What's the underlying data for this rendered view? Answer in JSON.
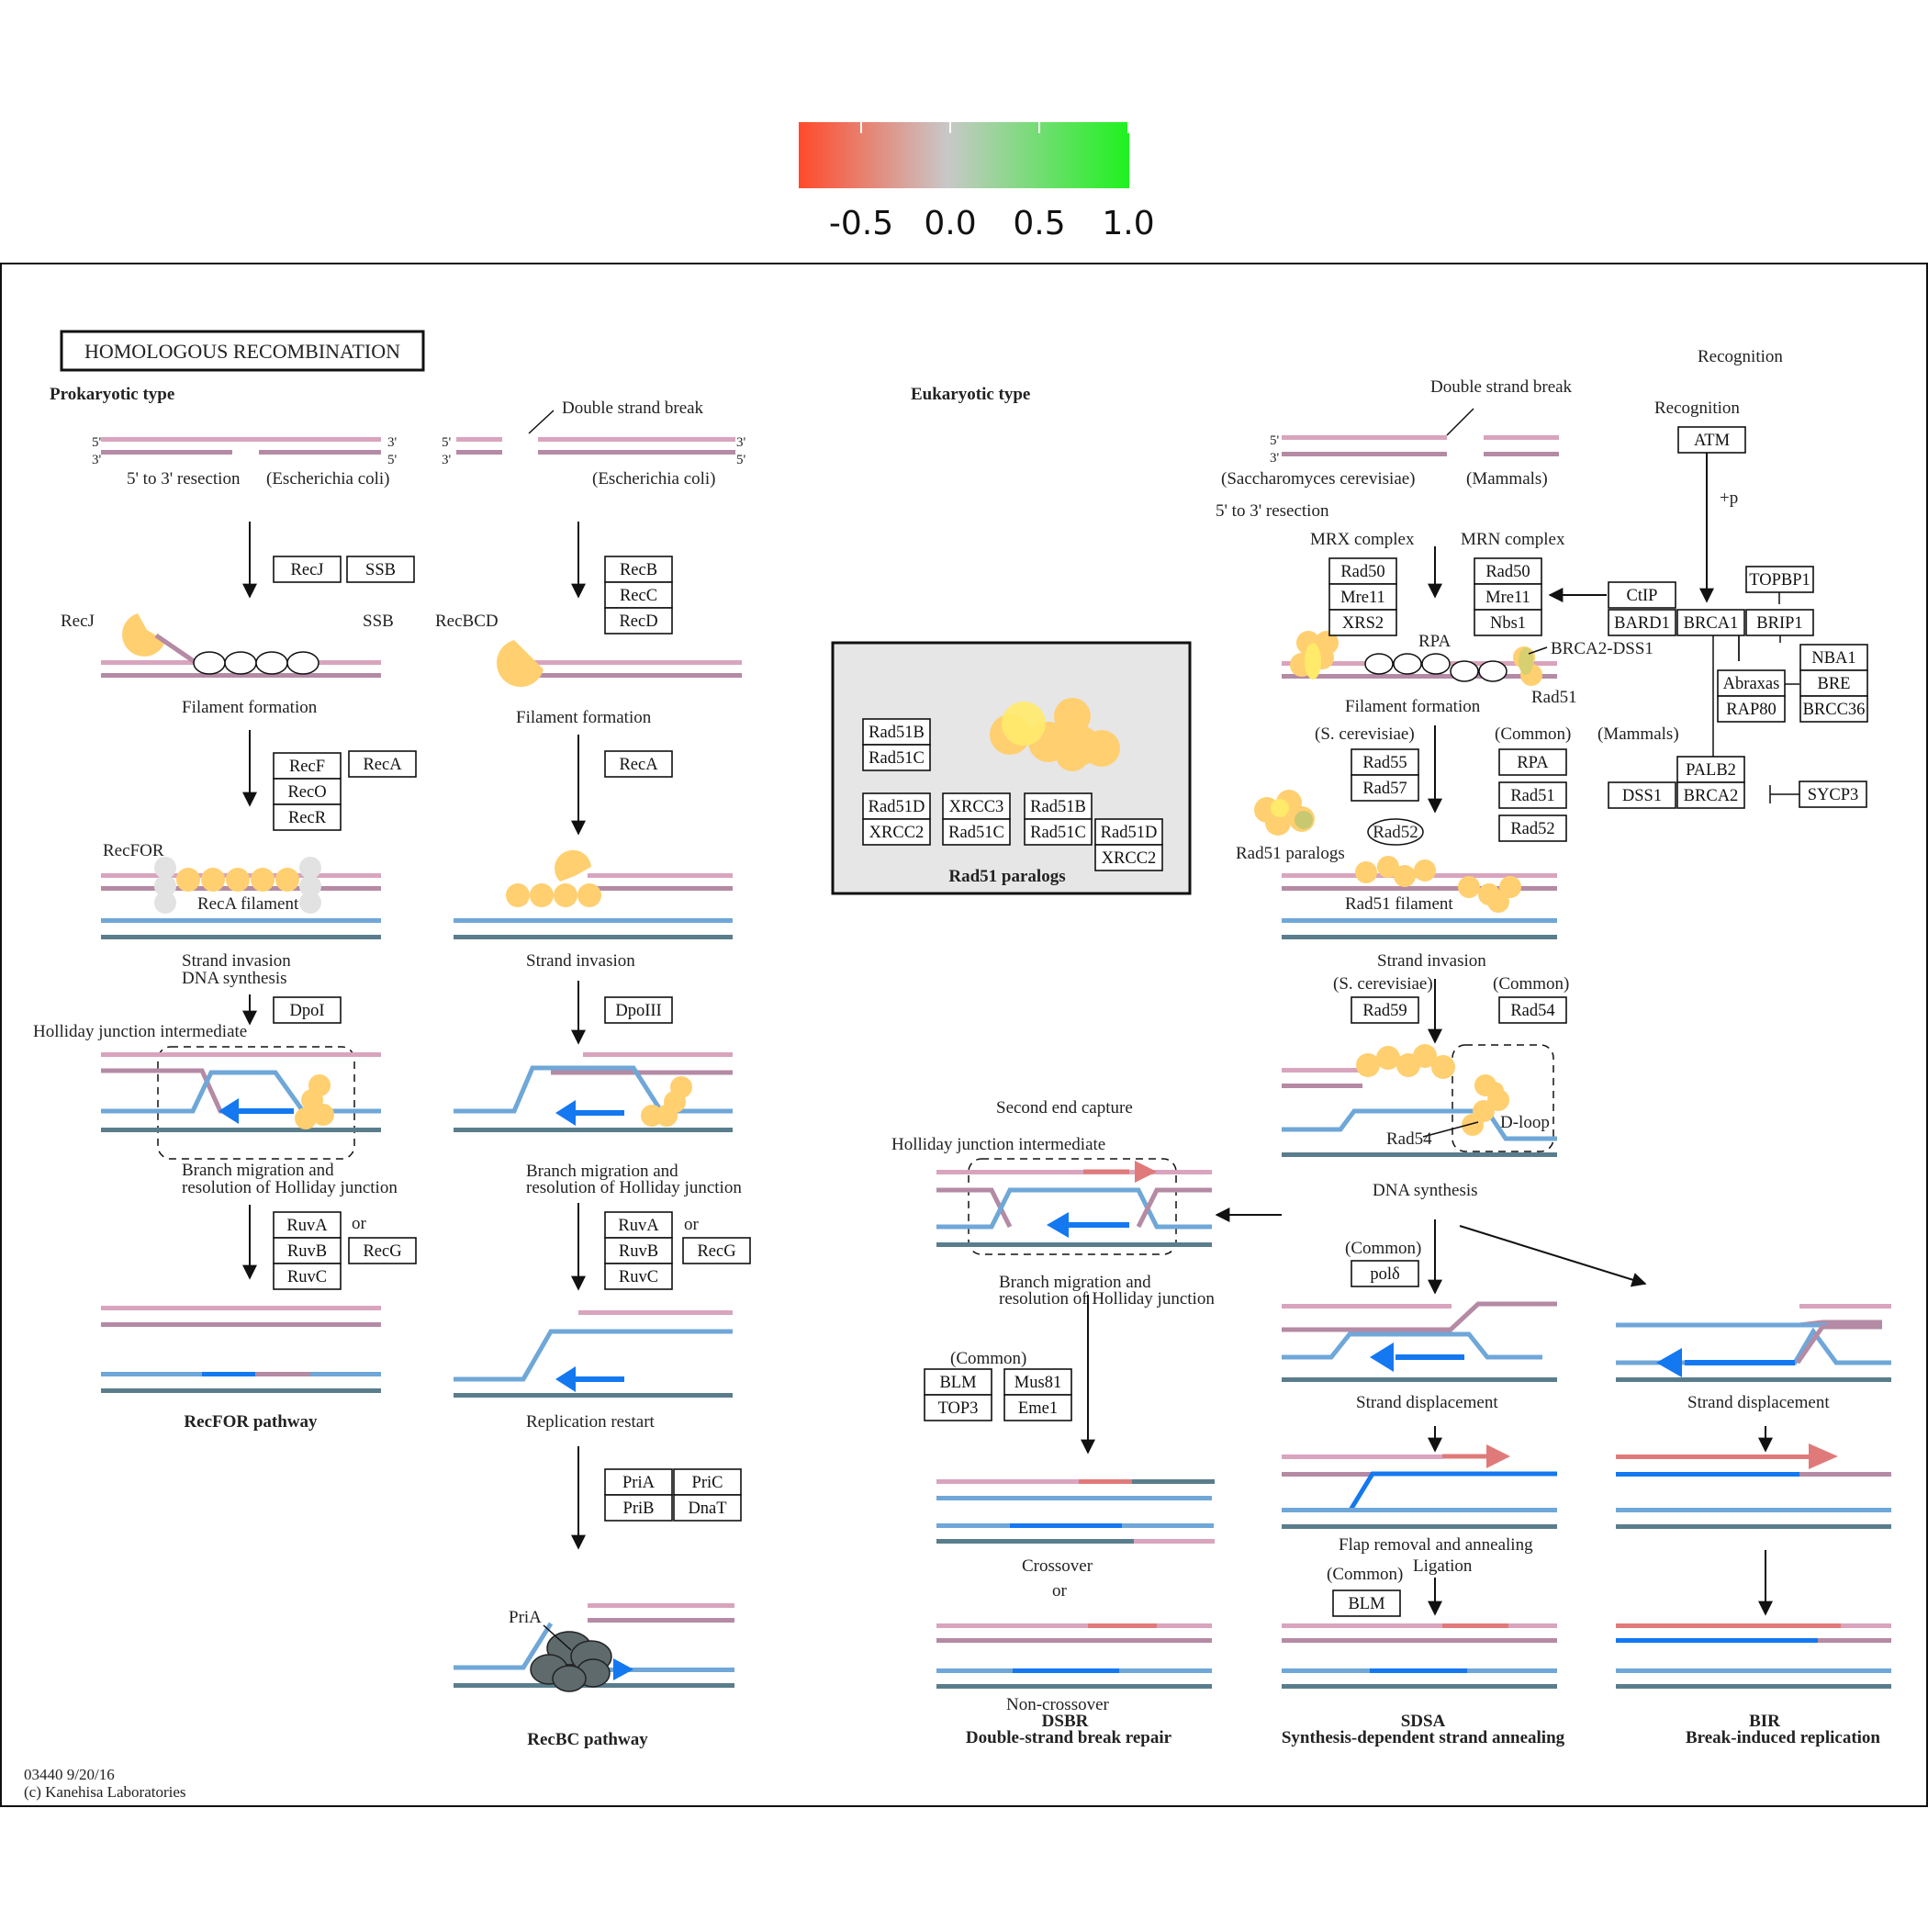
{
  "legend": {
    "ticks": [
      "-0.5",
      "0.0",
      "0.5",
      "1.0"
    ],
    "colors": {
      "low": "#ff4a2b",
      "mid": "#c8c8c8",
      "high": "#1ef21e"
    }
  },
  "colors": {
    "red": "#e8604a",
    "green": "#1ee81e",
    "lightgreen": "#9fcf8f",
    "pink": "#d9a4bd",
    "mauve": "#b48aa4",
    "blue": "#6fa7d8",
    "darkblue": "#5a7d8c",
    "brightblue": "#1478f0",
    "salmon": "#e07a7a",
    "orange": "#ffcf70",
    "grey": "#e6e6e6"
  },
  "title": "HOMOLOGOUS RECOMBINATION",
  "sections": {
    "prokaryotic": "Prokaryotic type",
    "eukaryotic": "Eukaryotic type"
  },
  "labels": {
    "five_prime": "5'",
    "three_prime": "3'",
    "resection": "5' to 3' resection",
    "ecoli": "(Escherichia coli)",
    "dsb": "Double strand break",
    "recj": "RecJ",
    "ssb": "SSB",
    "recbcd": "RecBCD",
    "filament_formation": "Filament formation",
    "recfor": "RecFOR",
    "reca_filament": "RecA filament",
    "strand_invasion": "Strand invasion",
    "dna_synthesis": "DNA synthesis",
    "holliday": "Holliday junction intermediate",
    "branch1": "Branch migration and",
    "branch2": "resolution of Holliday junction",
    "or": "or",
    "recfor_pathway": "RecFOR pathway",
    "replication_restart": "Replication restart",
    "pria": "PriA",
    "recbc_pathway": "RecBC pathway",
    "footer1": "03440 9/20/16",
    "footer2": "(c) Kanehisa Laboratories",
    "paralogs": "Rad51 paralogs",
    "scer": "(Saccharomyces cerevisiae)",
    "mammals": "(Mammals)",
    "mrx": "MRX complex",
    "mrn": "MRN complex",
    "recognition": "Recognition",
    "plus_p": "+p",
    "rpa": "RPA",
    "brca2dss1": "BRCA2-DSS1",
    "rad51": "Rad51",
    "scer_short": "(S. cerevisiae)",
    "common": "(Common)",
    "rad51_filament": "Rad51 filament",
    "rad52": "Rad52",
    "rad54": "Rad54",
    "dloop": "D-loop",
    "second_end": "Second end capture",
    "crossover": "Crossover",
    "noncrossover": "Non-crossover",
    "dsbr": "DSBR",
    "dsbr_full": "Double-strand break repair",
    "strand_displacement": "Strand displacement",
    "flap": "Flap removal and annealing",
    "ligation": "Ligation",
    "sdsa": "SDSA",
    "sdsa_full": "Synthesis-dependent strand annealing",
    "bir": "BIR",
    "bir_full": "Break-induced replication"
  },
  "genes": {
    "recj": "RecJ",
    "ssb": "SSB",
    "recb": "RecB",
    "recc": "RecC",
    "recd": "RecD",
    "recf": "RecF",
    "reco": "RecO",
    "recr": "RecR",
    "reca": "RecA",
    "poli": "DpoI",
    "poliii": "DpoIII",
    "ruva": "RuvA",
    "ruvb": "RuvB",
    "ruvc": "RuvC",
    "recg": "RecG",
    "pria": "PriA",
    "prib": "PriB",
    "pric": "PriC",
    "dnat": "DnaT",
    "rad51b": "Rad51B",
    "rad51c": "Rad51C",
    "rad51d": "Rad51D",
    "xrcc2": "XRCC2",
    "xrcc3": "XRCC3",
    "rad50": "Rad50",
    "mre11": "Mre11",
    "xrs2": "XRS2",
    "nbs1": "Nbs1",
    "ctip": "CtIP",
    "bard1": "BARD1",
    "brca1": "BRCA1",
    "brip1": "BRIP1",
    "atm": "ATM",
    "topbp1": "TOPBP1",
    "nba1": "NBA1",
    "abraxas": "Abraxas",
    "bre": "BRE",
    "rap80": "RAP80",
    "brcc36": "BRCC36",
    "palb2": "PALB2",
    "dss1": "DSS1",
    "brca2": "BRCA2",
    "sycp3": "SYCP3",
    "rad55": "Rad55",
    "rad57": "Rad57",
    "rpa": "RPA",
    "rad51": "Rad51",
    "rad52": "Rad52",
    "rad59": "Rad59",
    "rad54": "Rad54",
    "pold": "polδ",
    "blm": "BLM",
    "top3": "TOP3",
    "mus81": "Mus81",
    "eme1": "Eme1"
  }
}
